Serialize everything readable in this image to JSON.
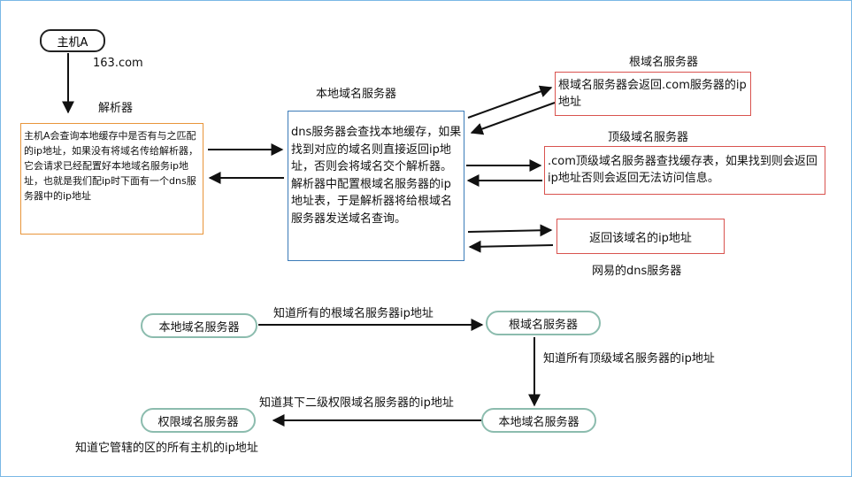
{
  "host": {
    "label": "主机A",
    "domain": "163.com"
  },
  "resolver": {
    "title": "解析器",
    "text": "主机A会查询本地缓存中是否有与之匹配的ip地址，如果没有将域名传给解析器，它会请求已经配置好本地域名服务ip地址，也就是我们配ip时下面有一个dns服务器中的ip地址"
  },
  "local_dns": {
    "title": "本地域名服务器",
    "text": "dns服务器会查找本地缓存，如果找到对应的域名则直接返回ip地址，否则会将域名交个解析器。解析器中配置根域名服务器的ip地址表，于是解析器将给根域名服务器发送域名查询。"
  },
  "root_server": {
    "title": "根域名服务器",
    "text": "根域名服务器会返回.com服务器的ip地址"
  },
  "tld_server": {
    "title": "顶级域名服务器",
    "text": ".com顶级域名服务器查找缓存表，如果找到则会返回ip地址否则会返回无法访问信息。"
  },
  "netease_server": {
    "text": "返回该域名的ip地址",
    "caption": "网易的dns服务器"
  },
  "flow": {
    "local1": "本地域名服务器",
    "root": "根域名服务器",
    "local2": "本地域名服务器",
    "authority": "权限域名服务器",
    "edge1": "知道所有的根域名服务器ip地址",
    "edge2": "知道所有顶级域名服务器的ip地址",
    "edge3": "知道其下二级权限域名服务器的ip地址",
    "note": "知道它管辖的区的所有主机的ip地址"
  },
  "colors": {
    "orange": "#e8953a",
    "red": "#d9534f",
    "blue": "#3b7bb8",
    "pill_border": "#8cbcae"
  }
}
